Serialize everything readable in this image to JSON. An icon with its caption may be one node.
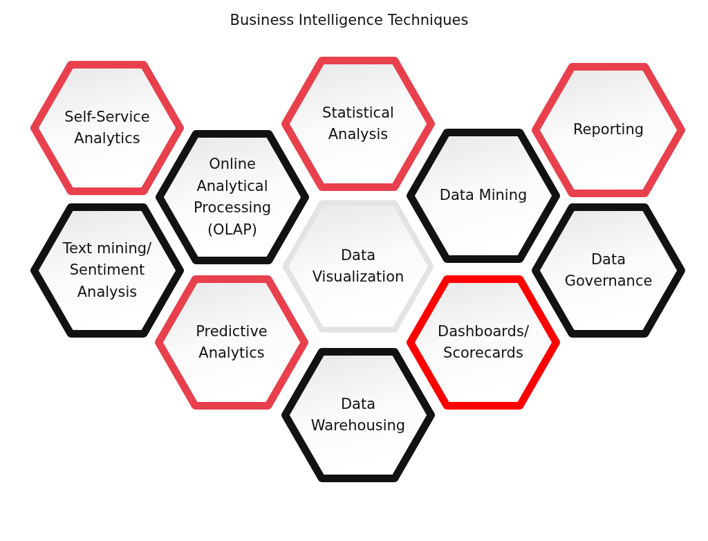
{
  "diagram": {
    "title": "Business Intelligence Techniques",
    "nodes": [
      {
        "text": [
          "Self-Service Analytics"
        ]
      },
      {
        "text": [
          "Statistical Analysis"
        ]
      },
      {
        "text": [
          "Reporting"
        ]
      },
      {
        "text": [
          "Online Analytical Processing (OLAP)"
        ]
      },
      {
        "text": [
          "Data Mining"
        ]
      },
      {
        "text": [
          "Text mining/ Sentiment Analysis"
        ]
      },
      {
        "text": [
          "Data Visualization"
        ]
      },
      {
        "text": [
          "Data Governance"
        ]
      },
      {
        "text": [
          "Predictive Analytics"
        ]
      },
      {
        "text": [
          "Dashboards/ Scorecards"
        ]
      },
      {
        "text": [
          "Data Warehousing"
        ]
      }
    ]
  }
}
